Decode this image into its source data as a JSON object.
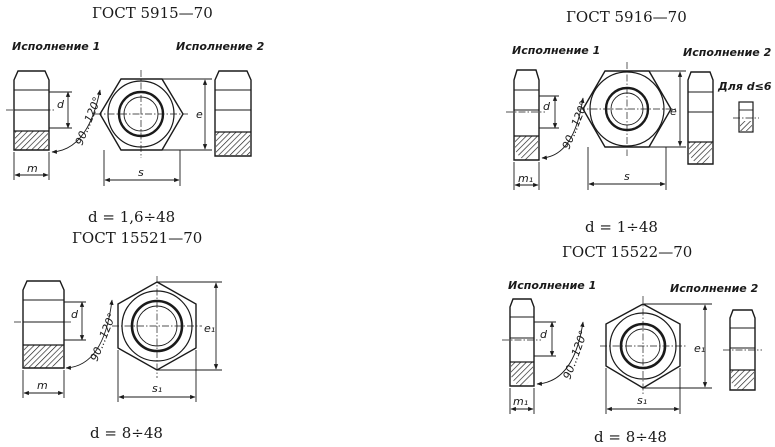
{
  "panels": [
    {
      "id": "p1",
      "standard": "ГОСТ 5915—70",
      "variant_1": "Исполнение 1",
      "variant_2": "Исполнение 2",
      "dim_thread": "d",
      "dim_angle": "90...120°",
      "dim_height": "m",
      "dim_across_flats": "s",
      "dim_across_corners": "e",
      "range": "d = 1,6÷48"
    },
    {
      "id": "p2",
      "standard": "ГОСТ 5916—70",
      "variant_1": "Исполнение 1",
      "variant_2": "Исполнение 2",
      "note": "Для d≤6",
      "dim_thread": "d",
      "dim_angle": "90...120°",
      "dim_height": "m₁",
      "dim_across_flats": "s",
      "dim_across_corners": "e",
      "range": "d = 1÷48"
    },
    {
      "id": "p3",
      "standard": "ГОСТ 15521—70",
      "dim_thread": "d",
      "dim_angle": "90...120°",
      "dim_height": "m",
      "dim_across_flats": "s₁",
      "dim_across_corners": "e₁",
      "range": "d = 8÷48"
    },
    {
      "id": "p4",
      "standard": "ГОСТ 15522—70",
      "variant_1": "Исполнение 1",
      "variant_2": "Исполнение 2",
      "dim_thread": "d",
      "dim_angle": "90...120°",
      "dim_height": "m₁",
      "dim_across_flats": "s₁",
      "dim_across_corners": "e₁",
      "range": "d = 8÷48"
    }
  ]
}
